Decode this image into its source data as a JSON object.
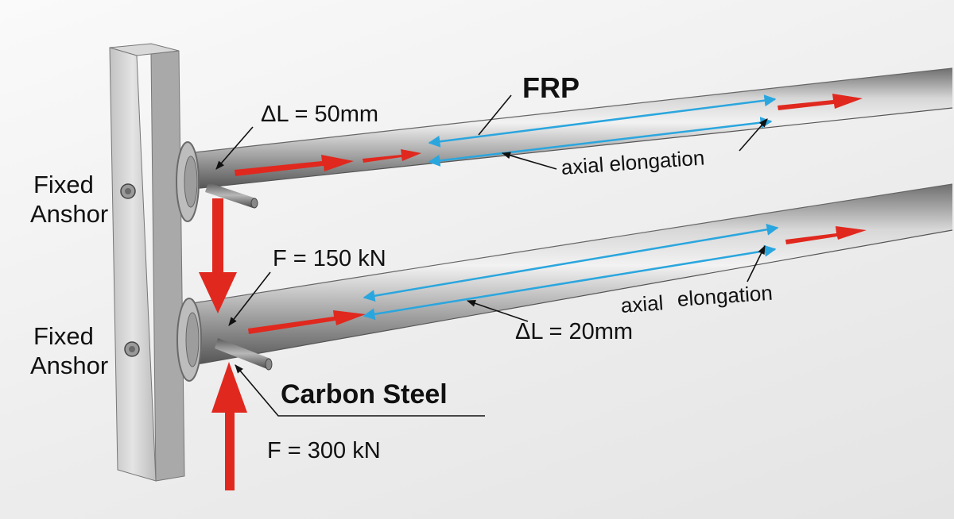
{
  "labels": {
    "frp_title": "FRP",
    "steel_title": "Carbon Steel",
    "anchor_top_line1": "Fixed",
    "anchor_top_line2": "Anshor",
    "anchor_bottom_line1": "Fixed",
    "anchor_bottom_line2": "Anshor",
    "frp_delta": "ΔL = 50mm",
    "steel_delta": "ΔL = 20mm",
    "frp_elongation": "axial elongation",
    "steel_elongation_1": "axial",
    "steel_elongation_2": "elongation",
    "force_top": "F = 150 kN",
    "force_bottom": "F = 300 kN"
  },
  "colors": {
    "force_arrow": "#e0281e",
    "elongation_arrow": "#2aa6de",
    "pipe": "#9a9a9a",
    "plate": "#c9c9c9"
  }
}
